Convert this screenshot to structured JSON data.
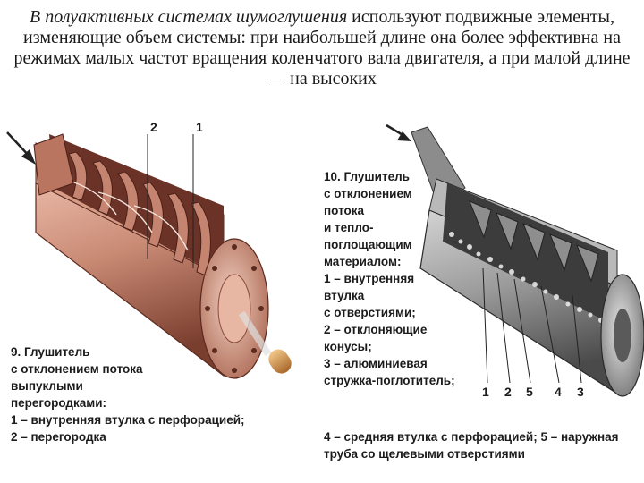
{
  "heading": {
    "lead": "В полуактивных системах шумоглушения",
    "rest": " используют подвижные элементы, изменяющие объем системы: при наибольшей длине она более эффективна на режимах малых частот вращения коленчатого вала двигателя, а при малой длине — на высоких"
  },
  "figure_left": {
    "callouts": [
      "2",
      "1"
    ],
    "caption": "9. Глушитель\nс отклонением потока\nвыпуклыми\nперегородками:\n1 – внутренняя втулка с перфорацией;\n2 – перегородка"
  },
  "figure_right": {
    "callouts": [
      "1",
      "2",
      "5",
      "4",
      "3"
    ],
    "caption": "10. Глушитель\nс отклонением\nпотока\nи тепло-\nпоглощающим\nматериалом:\n1 – внутренняя\nвтулка\nс отверстиями;\n2 – отклоняющие\nконусы;\n3 – алюминиевая\nстружка-поглотитель;",
    "caption_tail": "4 – средняя втулка  с перфорацией; 5 – наружная\nтруба со щелевыми отверстиями"
  },
  "colors": {
    "copper": "#c98a74",
    "copper_dark": "#8a4b3a",
    "steel": "#9a9a9a",
    "steel_dark": "#4a4a4a"
  }
}
